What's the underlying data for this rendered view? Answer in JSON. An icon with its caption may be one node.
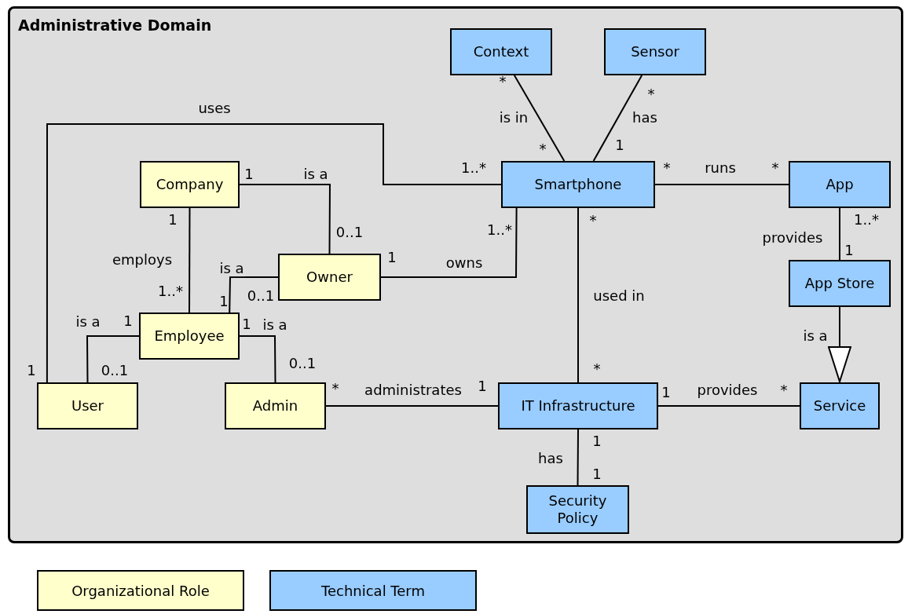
{
  "diagram": {
    "nodes": [
      {
        "text": [
          "Administrative Domain"
        ]
      },
      {
        "text": [
          "Context"
        ],
        "in": 0
      },
      {
        "text": [
          "Sensor"
        ],
        "in": 0
      },
      {
        "text": [
          "Company"
        ],
        "in": 0
      },
      {
        "text": [
          "Smartphone"
        ],
        "in": 0
      },
      {
        "text": [
          "App"
        ],
        "in": 0
      },
      {
        "text": [
          "Owner"
        ],
        "in": 0
      },
      {
        "text": [
          "App Store"
        ],
        "in": 0
      },
      {
        "text": [
          "Employee"
        ],
        "in": 0
      },
      {
        "text": [
          "User"
        ],
        "in": 0
      },
      {
        "text": [
          "Admin"
        ],
        "in": 0
      },
      {
        "text": [
          "IT Infrastructure"
        ],
        "in": 0
      },
      {
        "text": [
          "Service"
        ],
        "in": 0
      },
      {
        "text": [
          "Security Policy"
        ],
        "in": 0
      }
    ],
    "edges": [
      {
        "from": 9,
        "to": 4,
        "arrow": "none",
        "label": "uses"
      },
      {
        "from": 1,
        "to": 4,
        "arrow": "none",
        "label": "is in"
      },
      {
        "from": 2,
        "to": 4,
        "arrow": "none",
        "label": "has"
      },
      {
        "from": 3,
        "to": 6,
        "arrow": "none",
        "label": "is a"
      },
      {
        "from": 4,
        "to": 5,
        "arrow": "none",
        "label": "runs"
      },
      {
        "from": 3,
        "to": 8,
        "arrow": "none",
        "label": "employs"
      },
      {
        "from": 6,
        "to": 4,
        "arrow": "none",
        "label": "owns"
      },
      {
        "from": 6,
        "to": 8,
        "arrow": "none",
        "label": "is a"
      },
      {
        "from": 5,
        "to": 7,
        "arrow": "none",
        "label": "provides"
      },
      {
        "from": 4,
        "to": 11,
        "arrow": "none",
        "label": "used in"
      },
      {
        "from": 8,
        "to": 9,
        "arrow": "none",
        "label": "is a"
      },
      {
        "from": 8,
        "to": 10,
        "arrow": "none",
        "label": "is a"
      },
      {
        "from": 7,
        "to": 12,
        "arrow": "to",
        "label": "is a"
      },
      {
        "from": 10,
        "to": 11,
        "arrow": "none",
        "label": "administrates"
      },
      {
        "from": 11,
        "to": 12,
        "arrow": "none",
        "label": "provides"
      },
      {
        "from": 11,
        "to": 13,
        "arrow": "none",
        "label": "has"
      }
    ],
    "labels": [
      "*",
      "*",
      "*",
      "1",
      "1..*",
      "*",
      "*",
      "1",
      "1",
      "1..*",
      "1..*",
      "0..1",
      "1",
      "1",
      "*",
      "1",
      "0..1",
      "1..*",
      "1",
      "1",
      "0..1",
      "0..1",
      "1",
      "*",
      "*",
      "1",
      "1",
      "*",
      "1",
      "1"
    ],
    "legend": [
      {
        "text": "Organizational Role",
        "color": "#ffffcc"
      },
      {
        "text": "Technical Term",
        "color": "#99ccff"
      }
    ]
  }
}
